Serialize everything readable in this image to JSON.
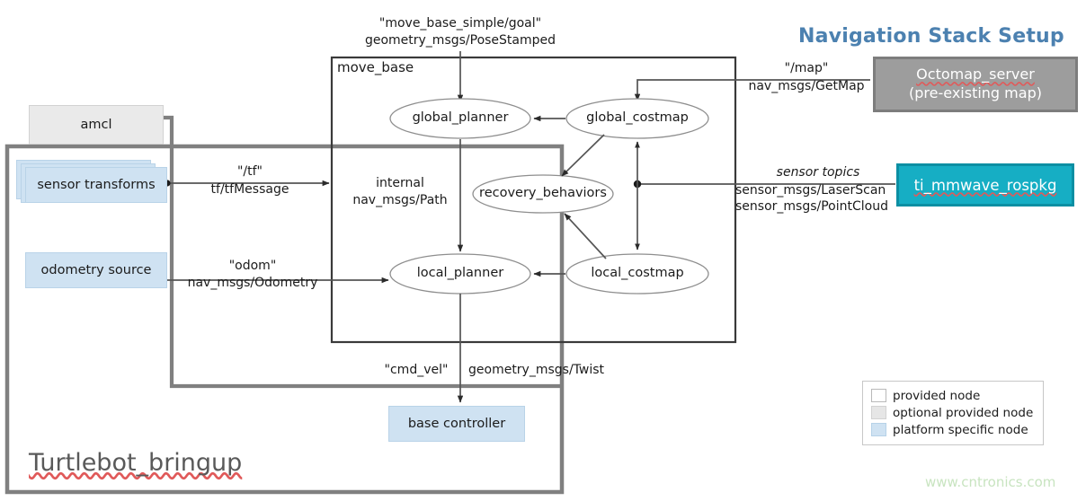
{
  "title": "Navigation Stack Setup",
  "watermark": "www.cntronics.com",
  "containers": {
    "move_base_label": "move_base",
    "bringup_label": "Turtlebot_bringup"
  },
  "nodes": {
    "amcl": "amcl",
    "sensor_transforms": "sensor transforms",
    "odometry_source": "odometry source",
    "base_controller": "base controller",
    "global_planner": "global_planner",
    "global_costmap": "global_costmap",
    "recovery_behaviors": "recovery_behaviors",
    "local_planner": "local_planner",
    "local_costmap": "local_costmap",
    "octomap_server_line1": "Octomap_server",
    "octomap_server_line2": "(pre-existing  map)",
    "ti_mmwave": "ti_mmwave_rospkg"
  },
  "edges": {
    "goal_topic": "\"move_base_simple/goal\"",
    "goal_type": "geometry_msgs/PoseStamped",
    "tf_topic": "\"/tf\"",
    "tf_type": "tf/tfMessage",
    "odom_topic": "\"odom\"",
    "odom_type": "nav_msgs/Odometry",
    "internal_topic": "internal",
    "internal_type": "nav_msgs/Path",
    "map_topic": "\"/map\"",
    "map_type": "nav_msgs/GetMap",
    "sensor_topic": "sensor topics",
    "sensor_type1": "sensor_msgs/LaserScan",
    "sensor_type2": "sensor_msgs/PointCloud",
    "cmdvel_topic": "\"cmd_vel\"",
    "cmdvel_type": "geometry_msgs/Twist"
  },
  "legend": {
    "items": [
      {
        "label": "provided node",
        "swatch": "white"
      },
      {
        "label": "optional provided node",
        "swatch": "gray"
      },
      {
        "label": "platform specific node",
        "swatch": "blue"
      }
    ]
  },
  "colors": {
    "title_blue": "#4c81b0",
    "teal": "#16aec4",
    "gray_block": "#9d9d9d",
    "platform_blue": "#cfe2f2",
    "optional_gray": "#eaeaea",
    "watermark_green": "#c8e4c0",
    "edge_line": "#555555",
    "thick_line": "#808080"
  }
}
